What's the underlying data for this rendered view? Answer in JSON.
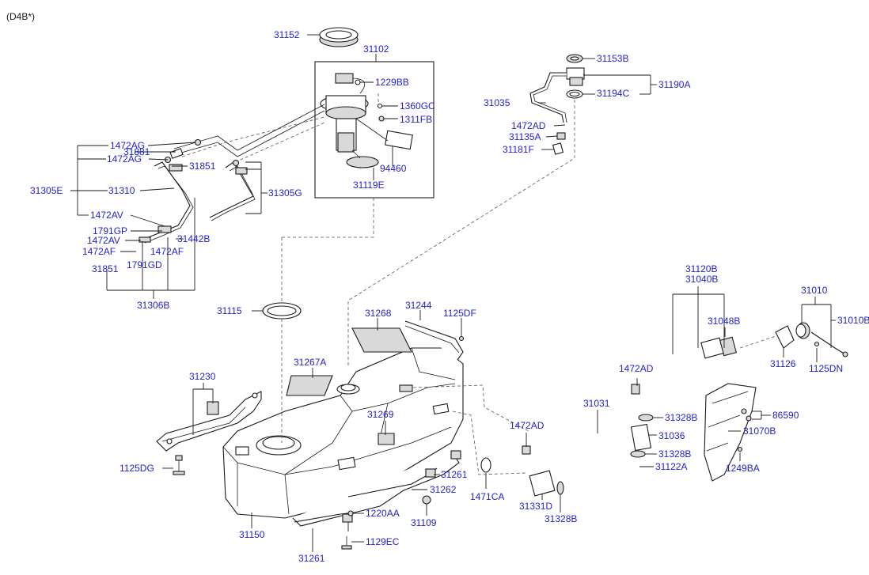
{
  "header": {
    "variant": "(D4B*)"
  },
  "colors": {
    "label": "#1f1fcc",
    "line": "#1a1a1a"
  },
  "labels": {
    "l31152": "31152",
    "l31102": "31102",
    "l1229BB": "1229BB",
    "l1360GC": "1360GC",
    "l1311FB": "1311FB",
    "l94460": "94460",
    "l31119E": "31119E",
    "l31153B": "31153B",
    "l31190A": "31190A",
    "l31194C": "31194C",
    "l31035": "31035",
    "l1472AD_a": "1472AD",
    "l31135A": "31135A",
    "l31181F": "31181F",
    "l1472AG_a": "1472AG",
    "l31881": "31881",
    "l1472AG_b": "1472AG",
    "l31851_a": "31851",
    "l31305E": "31305E",
    "l31310": "31310",
    "l31305G": "31305G",
    "l1472AV_a": "1472AV",
    "l1791GP": "1791GP",
    "l1472AV_b": "1472AV",
    "l1472AF_a": "1472AF",
    "l31442B": "31442B",
    "l1472AF_b": "1472AF",
    "l31851_b": "31851",
    "l1791GD": "1791GD",
    "l31306B": "31306B",
    "l31115": "31115",
    "l31268": "31268",
    "l31244": "31244",
    "l1125DF": "1125DF",
    "l31120B": "31120B",
    "l31040B": "31040B",
    "l31010": "31010",
    "l31048B": "31048B",
    "l31010B": "31010B",
    "l31126": "31126",
    "l1125DN": "1125DN",
    "l31230": "31230",
    "l31267A": "31267A",
    "l1472AD_b": "1472AD",
    "l31269": "31269",
    "l31031": "31031",
    "l31328B_a": "31328B",
    "l86590": "86590",
    "l1472AD_c": "1472AD",
    "l31036": "31036",
    "l31070B": "31070B",
    "l1125DG": "1125DG",
    "l31328B_b": "31328B",
    "l31122A": "31122A",
    "l1249BA": "1249BA",
    "l31261_a": "31261",
    "l31262": "31262",
    "l1471CA": "1471CA",
    "l31331D": "31331D",
    "l31328B_c": "31328B",
    "l1220AA": "1220AA",
    "l31109": "31109",
    "l31150": "31150",
    "l1129EC": "1129EC",
    "l31261_b": "31261"
  }
}
